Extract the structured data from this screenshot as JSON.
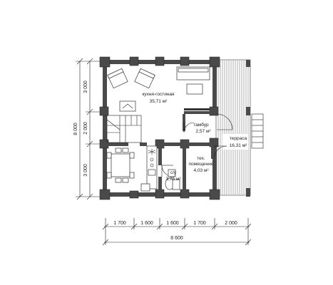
{
  "dimensions": {
    "vertical": [
      "3 000",
      "2 000",
      "3 000"
    ],
    "vertical_total": "8 000",
    "horizontal": [
      "1 700",
      "1 600",
      "1 600",
      "1 700",
      "2 000"
    ],
    "horizontal_total": "8 600"
  },
  "rooms": {
    "kitchen_living": {
      "name": "кухня-гостиная",
      "area": "35,71 м²"
    },
    "vestibule": {
      "name": "тамбур",
      "area": "2,57 м²"
    },
    "terrace": {
      "name": "терраса",
      "area": "16,31 м²"
    },
    "tech_room": {
      "name_line1": "тех.",
      "name_line2": "помещение",
      "area": "4,03 м²"
    },
    "bathroom": {
      "name": "с/у",
      "area": "3,75 м²"
    }
  },
  "colors": {
    "wall": "#4a4a4a",
    "line": "#222222",
    "background": "#ffffff"
  }
}
